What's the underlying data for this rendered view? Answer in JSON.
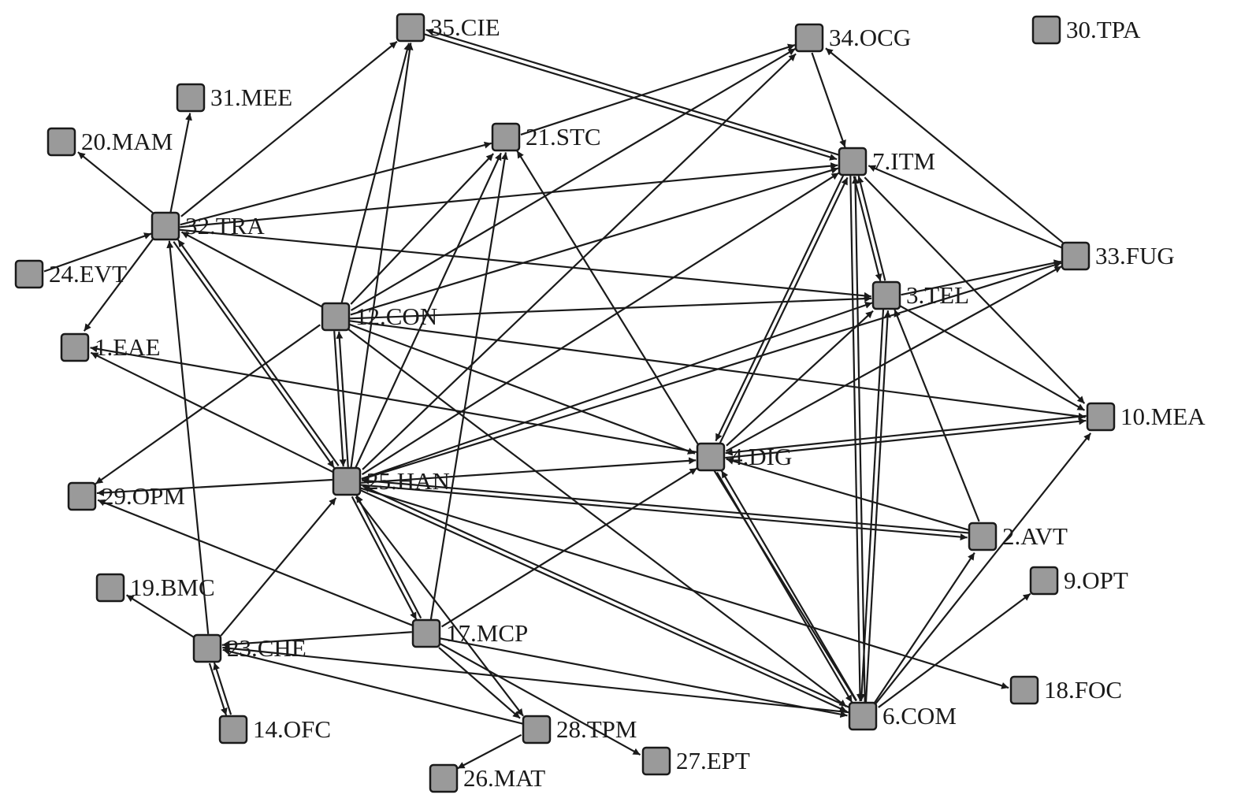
{
  "nodes": [
    {
      "id": "1",
      "label": "1.EAE"
    },
    {
      "id": "2",
      "label": "2.AVT"
    },
    {
      "id": "3",
      "label": "3.TEL"
    },
    {
      "id": "4",
      "label": "4.DIG"
    },
    {
      "id": "6",
      "label": "6.COM"
    },
    {
      "id": "7",
      "label": "7.ITM"
    },
    {
      "id": "9",
      "label": "9.OPT"
    },
    {
      "id": "10",
      "label": "10.MEA"
    },
    {
      "id": "12",
      "label": "12.CON"
    },
    {
      "id": "14",
      "label": "14.OFC"
    },
    {
      "id": "17",
      "label": "17.MCP"
    },
    {
      "id": "18",
      "label": "18.FOC"
    },
    {
      "id": "19",
      "label": "19.BMC"
    },
    {
      "id": "20",
      "label": "20.MAM"
    },
    {
      "id": "21",
      "label": "21.STC"
    },
    {
      "id": "23",
      "label": "23.CHE"
    },
    {
      "id": "24",
      "label": "24.EVT"
    },
    {
      "id": "25",
      "label": "25.HAN"
    },
    {
      "id": "26",
      "label": "26.MAT"
    },
    {
      "id": "27",
      "label": "27.EPT"
    },
    {
      "id": "28",
      "label": "28.TPM"
    },
    {
      "id": "29",
      "label": "29.OPM"
    },
    {
      "id": "30",
      "label": "30.TPA"
    },
    {
      "id": "31",
      "label": "31.MEE"
    },
    {
      "id": "32",
      "label": "32.TRA"
    },
    {
      "id": "33",
      "label": "33.FUG"
    },
    {
      "id": "34",
      "label": "34.OCG"
    },
    {
      "id": "35",
      "label": "35.CIE"
    }
  ],
  "edges": [
    {
      "from": "32",
      "to": "35"
    },
    {
      "from": "32",
      "to": "31"
    },
    {
      "from": "32",
      "to": "20"
    },
    {
      "from": "24",
      "to": "32"
    },
    {
      "from": "32",
      "to": "1"
    },
    {
      "from": "32",
      "to": "25"
    },
    {
      "from": "25",
      "to": "32"
    },
    {
      "from": "32",
      "to": "7"
    },
    {
      "from": "32",
      "to": "21"
    },
    {
      "from": "32",
      "to": "3"
    },
    {
      "from": "12",
      "to": "32"
    },
    {
      "from": "12",
      "to": "35"
    },
    {
      "from": "12",
      "to": "21"
    },
    {
      "from": "12",
      "to": "7"
    },
    {
      "from": "12",
      "to": "3"
    },
    {
      "from": "12",
      "to": "10"
    },
    {
      "from": "12",
      "to": "4"
    },
    {
      "from": "12",
      "to": "25"
    },
    {
      "from": "25",
      "to": "12"
    },
    {
      "from": "12",
      "to": "29"
    },
    {
      "from": "12",
      "to": "6"
    },
    {
      "from": "35",
      "to": "7"
    },
    {
      "from": "7",
      "to": "35"
    },
    {
      "from": "34",
      "to": "7"
    },
    {
      "from": "21",
      "to": "34"
    },
    {
      "from": "33",
      "to": "34"
    },
    {
      "from": "33",
      "to": "7"
    },
    {
      "from": "7",
      "to": "3"
    },
    {
      "from": "3",
      "to": "7"
    },
    {
      "from": "7",
      "to": "4"
    },
    {
      "from": "4",
      "to": "7"
    },
    {
      "from": "7",
      "to": "6"
    },
    {
      "from": "6",
      "to": "7"
    },
    {
      "from": "7",
      "to": "10"
    },
    {
      "from": "3",
      "to": "33"
    },
    {
      "from": "4",
      "to": "33"
    },
    {
      "from": "3",
      "to": "10"
    },
    {
      "from": "4",
      "to": "10"
    },
    {
      "from": "10",
      "to": "4"
    },
    {
      "from": "6",
      "to": "10"
    },
    {
      "from": "2",
      "to": "3"
    },
    {
      "from": "2",
      "to": "4"
    },
    {
      "from": "4",
      "to": "3"
    },
    {
      "from": "6",
      "to": "3"
    },
    {
      "from": "3",
      "to": "6"
    },
    {
      "from": "4",
      "to": "6"
    },
    {
      "from": "6",
      "to": "4"
    },
    {
      "from": "6",
      "to": "2"
    },
    {
      "from": "6",
      "to": "9"
    },
    {
      "from": "6",
      "to": "21"
    },
    {
      "from": "25",
      "to": "35"
    },
    {
      "from": "25",
      "to": "34"
    },
    {
      "from": "25",
      "to": "21"
    },
    {
      "from": "25",
      "to": "7"
    },
    {
      "from": "25",
      "to": "3"
    },
    {
      "from": "25",
      "to": "33"
    },
    {
      "from": "25",
      "to": "4"
    },
    {
      "from": "25",
      "to": "1"
    },
    {
      "from": "25",
      "to": "29"
    },
    {
      "from": "25",
      "to": "2"
    },
    {
      "from": "2",
      "to": "25"
    },
    {
      "from": "25",
      "to": "6"
    },
    {
      "from": "6",
      "to": "25"
    },
    {
      "from": "25",
      "to": "17"
    },
    {
      "from": "17",
      "to": "25"
    },
    {
      "from": "25",
      "to": "28"
    },
    {
      "from": "25",
      "to": "18"
    },
    {
      "from": "23",
      "to": "25"
    },
    {
      "from": "17",
      "to": "21"
    },
    {
      "from": "17",
      "to": "23"
    },
    {
      "from": "17",
      "to": "29"
    },
    {
      "from": "17",
      "to": "4"
    },
    {
      "from": "17",
      "to": "28"
    },
    {
      "from": "17",
      "to": "27"
    },
    {
      "from": "17",
      "to": "6"
    },
    {
      "from": "23",
      "to": "32"
    },
    {
      "from": "23",
      "to": "19"
    },
    {
      "from": "23",
      "to": "14"
    },
    {
      "from": "14",
      "to": "23"
    },
    {
      "from": "6",
      "to": "23"
    },
    {
      "from": "28",
      "to": "23"
    },
    {
      "from": "28",
      "to": "26"
    },
    {
      "from": "4",
      "to": "1"
    },
    {
      "from": "12",
      "to": "34"
    }
  ]
}
